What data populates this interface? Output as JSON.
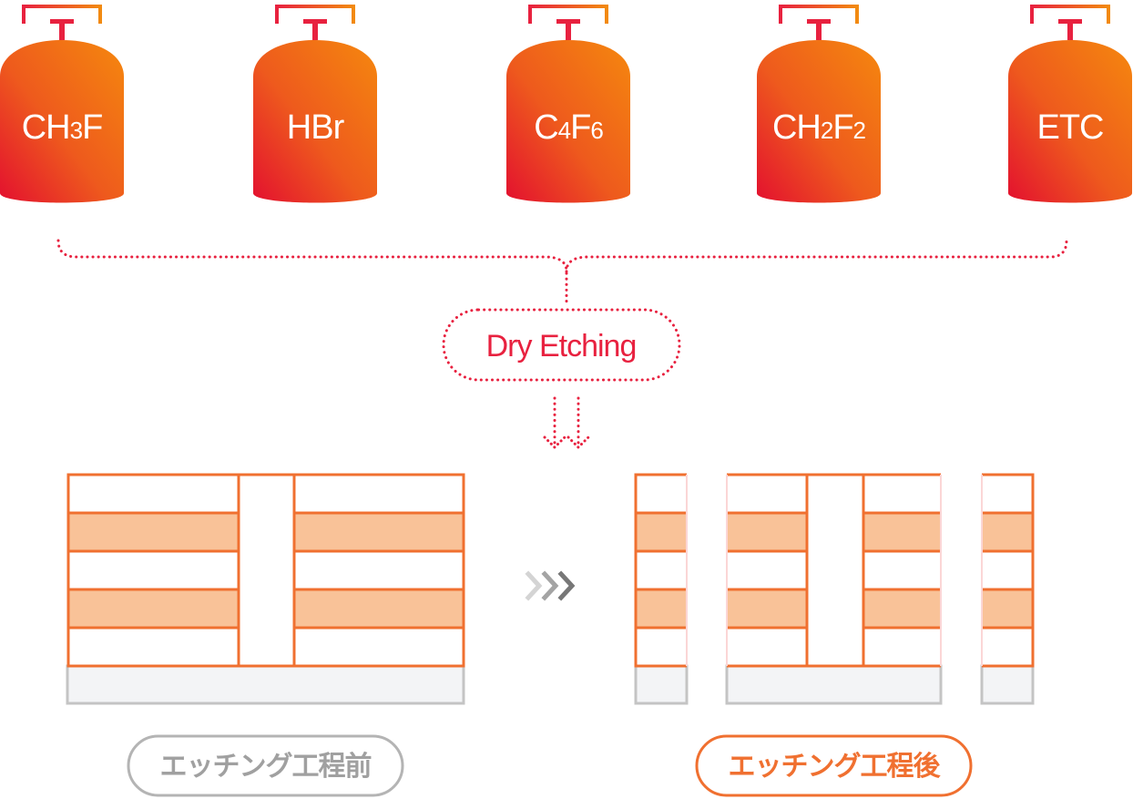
{
  "gases": [
    {
      "base1": "CH",
      "sub1": "3",
      "base2": "F",
      "sub2": ""
    },
    {
      "base1": "HBr",
      "sub1": "",
      "base2": "",
      "sub2": ""
    },
    {
      "base1": "C",
      "sub1": "4",
      "base2": "F",
      "sub2": "6"
    },
    {
      "base1": "CH",
      "sub1": "2",
      "base2": "F",
      "sub2": "2"
    },
    {
      "base1": "ETC",
      "sub1": "",
      "base2": "",
      "sub2": ""
    }
  ],
  "process": {
    "label": "Dry Etching"
  },
  "states": {
    "before": "エッチング工程前",
    "after": "エッチング工程後"
  },
  "colors": {
    "cylinder_top": "#f07a12",
    "cylinder_bottom": "#e3102f",
    "valve": "#e8213f",
    "dotted_line": "#e8213f",
    "layer_border": "#f07030",
    "layer_fill": "#f9c298",
    "substrate_fill": "#f3f4f6",
    "substrate_border": "#c4c4c4",
    "before_label": "#a0a0a0",
    "after_label": "#f07030",
    "chevron": "#777777"
  }
}
